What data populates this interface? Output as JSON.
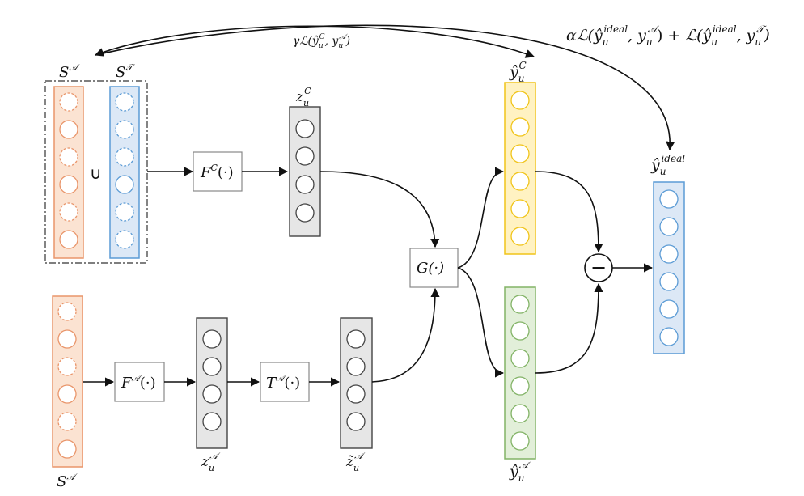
{
  "colors": {
    "orange_fill": "#fbe3d2",
    "orange_stroke": "#e9956a",
    "blue_fill": "#dce8f6",
    "blue_stroke": "#5b9bd5",
    "gray_fill": "#e6e6e6",
    "gray_stroke": "#444444",
    "yellow_fill": "#fff2c2",
    "yellow_stroke": "#f0c419",
    "green_fill": "#e2efd9",
    "green_stroke": "#82b366"
  },
  "labels": {
    "loss_gamma_prefix": "γ",
    "loss_L": "ℒ",
    "loss_gamma_args": "(ŷ",
    "loss_gamma_sub1": "u",
    "loss_gamma_sup1": "C",
    "loss_gamma_mid": ", y",
    "loss_gamma_sub2": "u",
    "loss_gamma_sup2": "𝒜",
    "loss_gamma_close": ")",
    "loss_alpha_prefix": "α",
    "loss_alpha_1": "(ŷ",
    "loss_alpha_1_sub": "u",
    "loss_alpha_1_sup": "ideal",
    "loss_alpha_2": ", y",
    "loss_alpha_2_sub": "u",
    "loss_alpha_2_sup": "𝒜",
    "loss_alpha_3": ") + ",
    "loss_alpha_4": "(ŷ",
    "loss_alpha_4_sub": "u",
    "loss_alpha_4_sup": "ideal",
    "loss_alpha_5": ", y",
    "loss_alpha_5_sub": "u",
    "loss_alpha_5_sup": "𝒯",
    "loss_alpha_6": ")",
    "S_A_top": "S",
    "S_A_top_sup": "𝒜",
    "S_T_top": "S",
    "S_T_top_sup": "𝒯",
    "union": "∪",
    "F_C": "F",
    "F_C_sup": "C",
    "F_C_arg": "(·)",
    "z_C": "z",
    "z_C_sub": "u",
    "z_C_sup": "C",
    "G": "G(·)",
    "y_C": "ŷ",
    "y_C_sub": "u",
    "y_C_sup": "C",
    "y_A": "ŷ",
    "y_A_sub": "u",
    "y_A_sup": "𝒜",
    "y_ideal": "ŷ",
    "y_ideal_sub": "u",
    "y_ideal_sup": "ideal",
    "minus": "−",
    "S_A_bottom": "S",
    "S_A_bottom_sup": "𝒜",
    "F_A": "F",
    "F_A_sup": "𝒜",
    "F_A_arg": "(·)",
    "T_A": "T",
    "T_A_sup": "𝒜",
    "T_A_arg": "(·)",
    "z_A": "z",
    "z_A_sub": "u",
    "z_A_sup": "𝒜",
    "z_tilde_A": "z̃",
    "z_tilde_A_sub": "u",
    "z_tilde_A_sup": "𝒜"
  }
}
